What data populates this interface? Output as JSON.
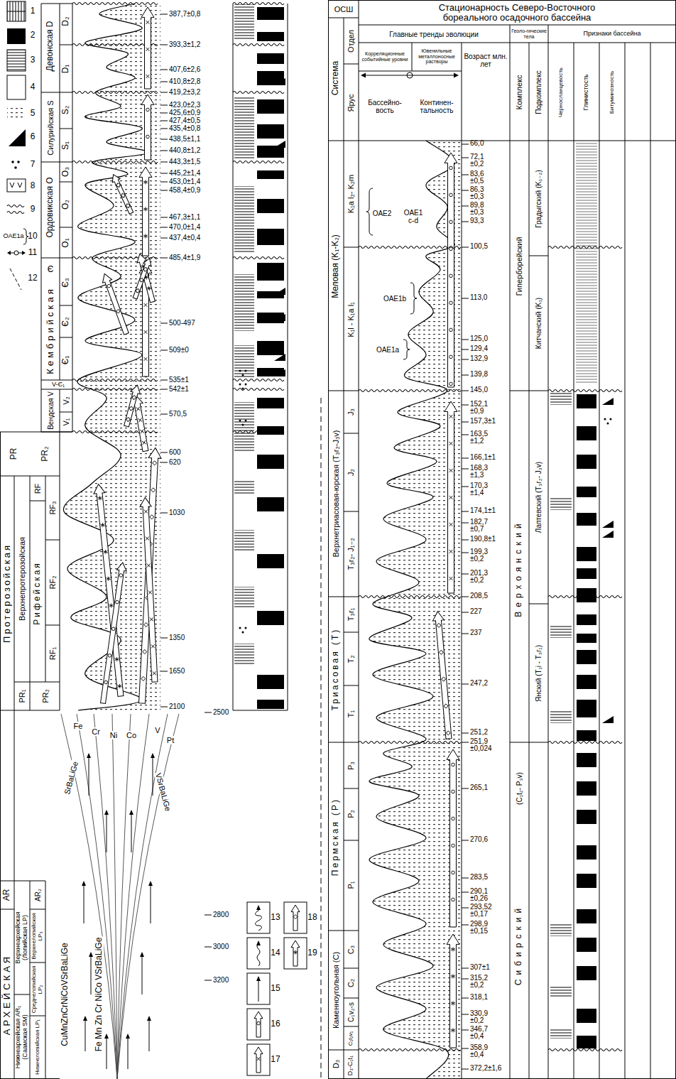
{
  "diagram": {
    "labels": [
      "Девонская D",
      "D₂",
      "D₁",
      "Силурийская S",
      "S₂",
      "S₁",
      "Ордовикская O",
      "O₃",
      "O₂",
      "O₁",
      "Є",
      "Кембрийская",
      "Є₃",
      "Є₂",
      "Є₁",
      "V-Є₁",
      "Вендская V",
      "V₂",
      "V₁",
      "387,7±0,8",
      "393,3±1,2",
      "407,6±2,6",
      "410,8±2,8",
      "419,2±3,2",
      "423,0±2,3",
      "425,6±0,9",
      "427,4±0,5",
      "435,4±0,8",
      "438,5±1,1",
      "440,8±1,2",
      "443,3±1,5",
      "445,2±1,4",
      "453,0±1,4",
      "458,4±0,9",
      "467,3±1,1",
      "470,0±1,4",
      "437,4±0,4",
      "485,4±1,9",
      "500-497",
      "509±0",
      "535±1",
      "542±1",
      "570,5",
      "600",
      "620",
      "1030",
      "1350",
      "1650",
      "2100",
      "2500",
      "2800",
      "3000",
      "3200",
      "PR",
      "PR₂",
      "Верхнепротерозойская",
      "RF",
      "Рифейская",
      "RF₃",
      "RF₂",
      "RF₁",
      "PR₁",
      "PR₂",
      "Протерозойская",
      "AR",
      "АРХЕЙСКАЯ",
      "AR₂",
      "Верхнеархейская (Лопийская LP)",
      "Нижнеархейская AR₁ (Саамская SM)",
      "Верхнелопийская LP₃",
      "Среднелопийская LP₂",
      "Нижнелопийская LP₁",
      "CuMnZnCrNiCoVSrBaLiGe",
      "Fe Mn Zn Cr NiCo VSrBaLiGe",
      "Fe",
      "Cr",
      "Ni",
      "Co",
      "V",
      "Pt",
      "SrBaLiGe",
      "VSrBaLiGe",
      "OAE1a",
      "ОСШ",
      "Стационарность Северо-Восточного бореального осадочного бассейна",
      "Система",
      "Отдел",
      "Ярус",
      "Главные тренды эволюции",
      "Корреляционные событийные уровни",
      "Ювенильные металлоносные растворы",
      "Возраст млн. лет",
      "Бассейно-вость",
      "Континен-тальность",
      "Геоло-гические тела",
      "Признаки бассейна",
      "Комплекс",
      "Подкомплекс",
      "Черносланцевость",
      "Глинистость",
      "Битуминозность",
      "Меловая (K₁-K₂)",
      "Верхнетриасовая-юрская (T₃r₂-J₃v)",
      "Триасовая (T)",
      "Пермская (P)",
      "Каменноугольная (C)",
      "D₃",
      "K₁a l₂- K₂m",
      "K₁l - K₁a l₁",
      "J₃",
      "J₂",
      "T₃r₂- J₁₋₂",
      "T₃r₁",
      "T₂",
      "T₁",
      "P₃",
      "P₂",
      "P₁",
      "C₃",
      "C₂",
      "C₁v₂-s",
      "C₁t₂v₁",
      "D₃-C₁t₁",
      "66,0",
      "72,1 ±0,2",
      "83,6 ±0,5",
      "86,3 ±0,3",
      "89,8 ±0,3",
      "93,3",
      "100,5",
      "113,0",
      "125,0",
      "129,4",
      "132,9",
      "139,8",
      "145,0",
      "152,1 ±0,9",
      "157,3±1",
      "163,5 ±1,2",
      "166,1±1",
      "168,3 ±1,3",
      "170,3 ±1,4",
      "174,1±1",
      "182,7 ±0,7",
      "190,8±1",
      "199,3 ±0,2",
      "201,3 ±0,2",
      "208,5",
      "227",
      "237",
      "247,2",
      "251,2",
      "251,9 ±0,024",
      "265,1",
      "270,6",
      "283,5",
      "290,1 ±0,26",
      "293,52 ±0,17",
      "298,9 ±0,15",
      "307±1",
      "315,2 ±0,2",
      "318,1",
      "330,9 ±0,2",
      "346,7 ±0,4",
      "358,9 ±0,4",
      "372,2±1,6",
      "Гиперборейский",
      "Градыгский (K₁₋₂)",
      "Китчанский (K₁)",
      "Верхоянский",
      "Лаптевский (T₃r₂- J₃v)",
      "Янский (T₁i - T₃r₁)",
      "(C₁t₂- P₃v)",
      "Сибирский",
      "OAE2",
      "OAE1 c-d",
      "OAE1b",
      "OAE1a"
    ],
    "legend": [
      {
        "text": "1"
      },
      {
        "text": "2",
        "color": "#000000"
      },
      {
        "text": "3"
      },
      {
        "text": "4"
      },
      {
        "text": "5"
      },
      {
        "text": "6"
      },
      {
        "text": "7"
      },
      {
        "text": "8"
      },
      {
        "text": "9"
      },
      {
        "text": "10"
      },
      {
        "text": "11"
      },
      {
        "text": "12"
      },
      {
        "text": "13"
      },
      {
        "text": "14"
      },
      {
        "text": "15"
      },
      {
        "text": "16"
      },
      {
        "text": "17"
      },
      {
        "text": "18"
      },
      {
        "text": "19"
      }
    ]
  }
}
